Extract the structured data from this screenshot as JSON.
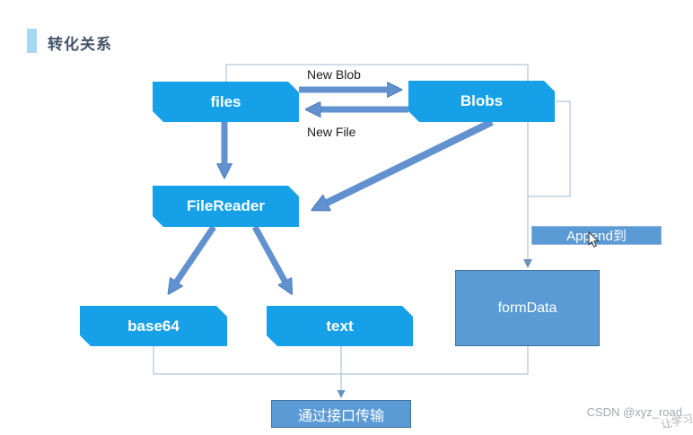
{
  "header": {
    "title": "转化关系"
  },
  "diagram": {
    "nodes": [
      {
        "id": "files",
        "label": "files"
      },
      {
        "id": "blobs",
        "label": "Blobs"
      },
      {
        "id": "filereader",
        "label": "FileReader"
      },
      {
        "id": "base64",
        "label": "base64"
      },
      {
        "id": "text",
        "label": "text"
      },
      {
        "id": "formdata",
        "label": "formData"
      }
    ],
    "edge_labels": {
      "new_blob": "New Blob",
      "new_file": "New File"
    },
    "action_labels": {
      "append": "Append到",
      "transfer": "通过接口传输"
    },
    "colors": {
      "node_fill": "#16a0e8",
      "panel_fill": "#5b9bd5",
      "panel_border": "#41719c",
      "arrow": "#6191cf",
      "connector": "#9fb9d4",
      "title_accent": "#a6d7f3",
      "title_text": "#44546a"
    }
  },
  "watermark": {
    "text": "CSDN @xyz_road",
    "overlay": "让学习"
  }
}
